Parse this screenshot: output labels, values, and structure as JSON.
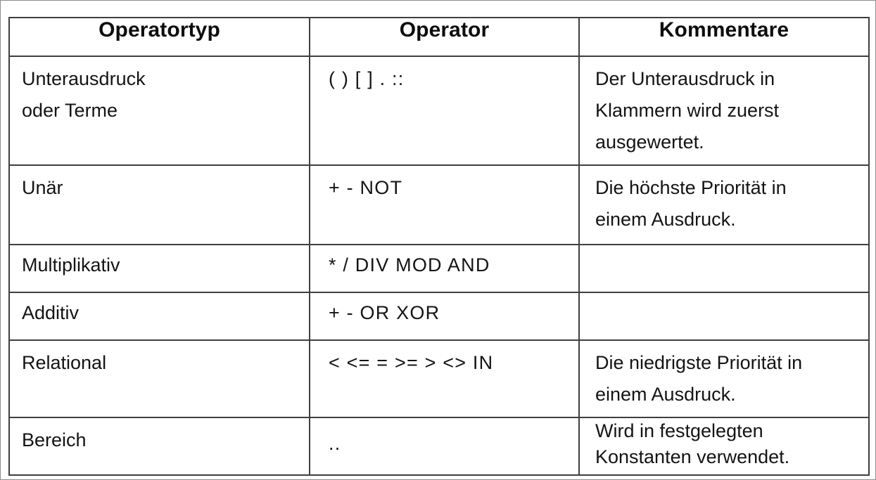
{
  "table": {
    "headers": [
      "Operatortyp",
      "Operator",
      "Kommentare"
    ],
    "rows": [
      {
        "type_lines": [
          "Unterausdruck",
          "oder Terme"
        ],
        "operator": "( ) [ ] . ::",
        "comment_lines": [
          "Der Unterausdruck in",
          "Klammern wird zuerst",
          "ausgewertet."
        ]
      },
      {
        "type_lines": [
          "Unär"
        ],
        "operator": "+ - NOT",
        "comment_lines": [
          "Die höchste Priorität in",
          "einem Ausdruck."
        ]
      },
      {
        "type_lines": [
          "Multiplikativ"
        ],
        "operator": "* / DIV MOD AND",
        "comment_lines": []
      },
      {
        "type_lines": [
          "Additiv"
        ],
        "operator": "+ - OR XOR",
        "comment_lines": []
      },
      {
        "type_lines": [
          "Relational"
        ],
        "operator": "< <= = >= > <> IN",
        "comment_lines": [
          "Die niedrigste Priorität in",
          "einem Ausdruck."
        ]
      },
      {
        "type_lines": [
          "Bereich"
        ],
        "operator": "..",
        "comment_lines": [
          "Wird in festgelegten",
          "Konstanten verwendet."
        ]
      }
    ]
  },
  "colors": {
    "header_background": "#dcdcdc",
    "border": "#3f3f3f",
    "page_border": "#8c8c8c",
    "text": "#141414",
    "background": "#ffffff"
  }
}
